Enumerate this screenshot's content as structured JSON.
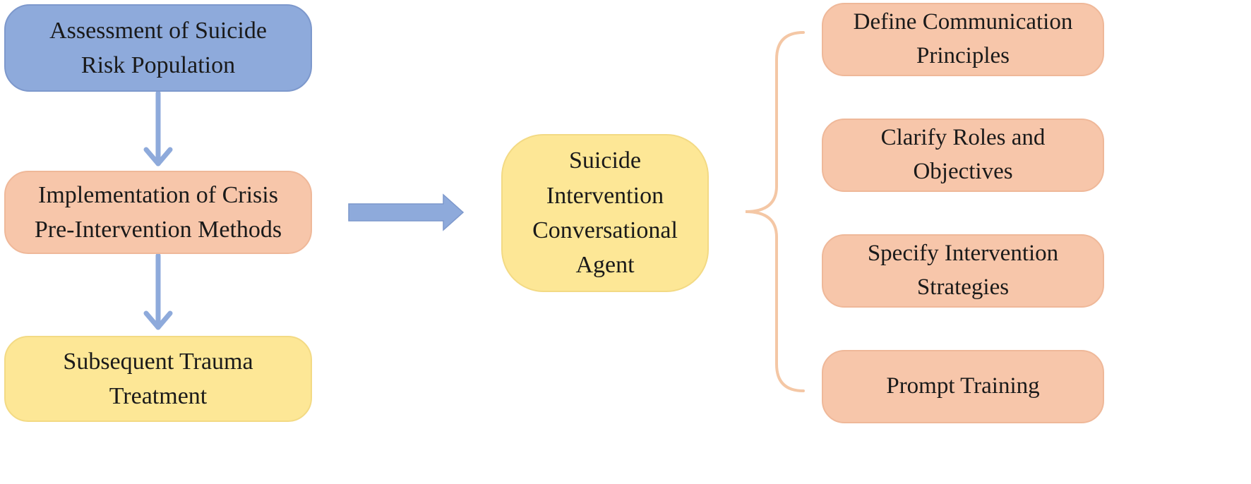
{
  "flow": {
    "assessment": {
      "line1": "Assessment of Suicide",
      "line2": "Risk Population"
    },
    "implementation": {
      "line1": "Implementation of Crisis",
      "line2": "Pre-Intervention Methods"
    },
    "subsequent": {
      "line1": "Subsequent Trauma",
      "line2": "Treatment"
    }
  },
  "agent": {
    "line1": "Suicide",
    "line2": "Intervention",
    "line3": "Conversational",
    "line4": "Agent"
  },
  "components": {
    "define": {
      "line1": "Define Communication",
      "line2": "Principles"
    },
    "clarify": {
      "line1": "Clarify Roles and",
      "line2": "Objectives"
    },
    "specify": {
      "line1": "Specify Intervention",
      "line2": "Strategies"
    },
    "prompt": {
      "line1": "Prompt Training"
    }
  },
  "colors": {
    "blue_box": "#8eaadb",
    "salmon_box": "#f7c6aa",
    "yellow_box": "#fde796",
    "arrow": "#8eaadb",
    "brace": "#f4c7a5"
  }
}
